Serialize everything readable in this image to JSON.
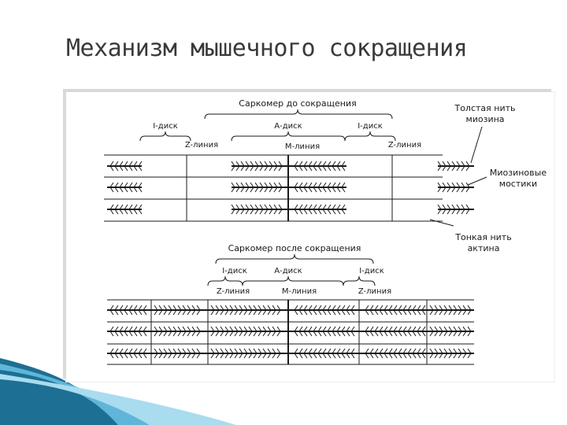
{
  "slide": {
    "title": "Механизм мышечного сокращения"
  },
  "diagram": {
    "before": {
      "heading": "Саркомер до сокращения",
      "left_disk": "I-диск",
      "center_disk": "А-диск",
      "right_disk": "I-диск",
      "left_z": "Z-линия",
      "m_line": "М-линия",
      "right_z": "Z-линия"
    },
    "after": {
      "heading": "Саркомер после сокращения",
      "left_disk": "I-диск",
      "center_disk": "А-диск",
      "right_disk": "I-диск",
      "left_z": "Z-линия",
      "m_line": "М-линия",
      "right_z": "Z-линия"
    },
    "callouts": {
      "thick_line1": "Толстая нить",
      "thick_line2": "миозина",
      "bridges_line1": "Миозиновые",
      "bridges_line2": "мостики",
      "thin_line1": "Тонкая нить",
      "thin_line2": "актина"
    }
  },
  "colors": {
    "title": "#3a3a3a",
    "line": "#1a1a1a",
    "decor_dark": "#1d6f93",
    "decor_light": "#8fd0e8"
  }
}
